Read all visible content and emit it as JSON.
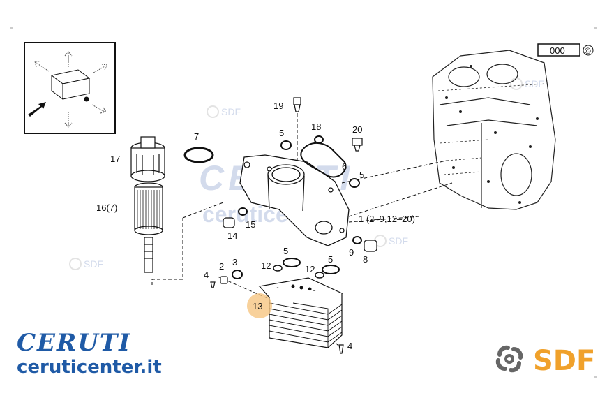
{
  "diagram": {
    "code_box": "000",
    "copyright": "©",
    "watermark": {
      "big": "CERUTI",
      "url": "ceruticenter.it",
      "sdf": "SDF"
    },
    "callouts": {
      "c19": "19",
      "c18": "18",
      "c20": "20",
      "c5a": "5",
      "c5b": "5",
      "c5c": "5",
      "c5d": "5",
      "c6": "6",
      "c7": "7",
      "c17": "17",
      "c16": "16(7)",
      "c15": "15",
      "c14": "14",
      "c1": "1 (2–9,12–20)",
      "c9": "9",
      "c8": "8",
      "c12a": "12",
      "c12b": "12",
      "c2": "2",
      "c3": "3",
      "c4a": "4",
      "c4b": "4",
      "c13": "13"
    },
    "highlight_color": "#f5c27a"
  },
  "branding": {
    "ceruti": "CERUTI",
    "url": "ceruticenter.it",
    "sdf": "SDF",
    "ceruti_color": "#1f5aa6",
    "sdf_color": "#f0a12b"
  }
}
